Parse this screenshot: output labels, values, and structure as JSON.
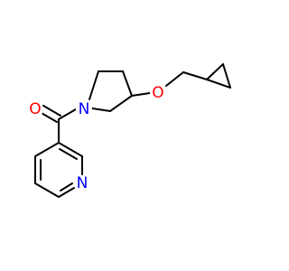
{
  "molecule": {
    "atoms": {
      "O_carbonyl": {
        "symbol": "O",
        "color": "#ff0000"
      },
      "N_pyrrolidine": {
        "symbol": "N",
        "color": "#0000ff"
      },
      "O_ether": {
        "symbol": "O",
        "color": "#ff0000"
      },
      "N_pyridine": {
        "symbol": "N",
        "color": "#0000ff"
      }
    },
    "bond_color": "#000000",
    "background": "#ffffff"
  }
}
